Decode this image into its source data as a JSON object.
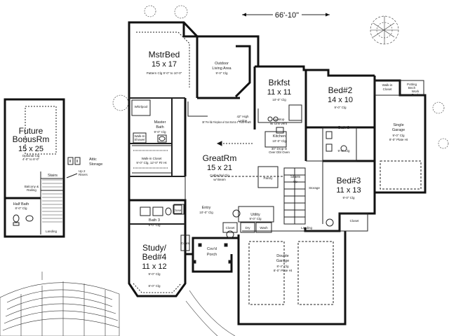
{
  "overall_width": "66'-10\"",
  "rooms": {
    "master_bed": {
      "name": "MstrBed",
      "size": "15 x 17",
      "note": "Pattern Clg 9'-0\" to 10'-0\""
    },
    "outdoor_living": {
      "name": "Outdoor",
      "name2": "Living Area",
      "note": "9'-0\" Clg"
    },
    "brkfst": {
      "name": "Brkfst",
      "size": "11 x 11",
      "note": "10'-0\" Clg"
    },
    "bed2": {
      "name": "Bed#2",
      "size": "14 x 10",
      "note": "9'-0\" Clg"
    },
    "walkin_closet_right": {
      "name": "Walk-in",
      "name2": "Closet"
    },
    "potting_bnch": {
      "name": "Potting",
      "name2": "Bnch"
    },
    "work_bnch": {
      "name": "Work",
      "name2": "Bnch"
    },
    "single_garage": {
      "name": "Single",
      "name2": "Garage",
      "note": "9'-0\" Clg",
      "note2": "8'-0\" Plate Ht"
    },
    "bath2": {
      "name": "Bath 2",
      "note": "9'-0\" Clg"
    },
    "bed3": {
      "name": "Bed#3",
      "size": "11 x 13",
      "note": "9'-0\" Clg"
    },
    "great_rm": {
      "name": "GreatRm",
      "size": "15 x 21",
      "note": "Cathedral Clg",
      "note2": "w/ Beam",
      "fire_note": "36\" Pre-fab Fireplace w/ Gas Start & 4\" Flush Hearth",
      "high_ledge": "42\" High",
      "ledge": "Ledge"
    },
    "master_bath": {
      "name": "Master",
      "name2": "Bath",
      "note": "9'-0\" Clg"
    },
    "walkin_closet_master": {
      "name": "Walk-in Closet",
      "note": "9'-0\" Clg, 12'-0\" Flr Ht"
    },
    "kitchen": {
      "name": "Kitchen",
      "note": "10'-0\" Clg",
      "note2": "30\" Drop-in",
      "note3": "Over Dbl Oven"
    },
    "cooktop": {
      "name": "Cooktop",
      "name2": "w/ Grill Vent"
    },
    "pantry": {
      "name": "Pantry"
    },
    "stairs_center": {
      "name": "Stairs",
      "name2": "Up"
    },
    "future_bonus": {
      "name": "Future",
      "name2": "BonusRm",
      "size": "15 x 25",
      "note": "Optional Clg",
      "note2": "4'-0\" to 8'-0\""
    },
    "attic_storage": {
      "name": "Attic",
      "name2": "Storage"
    },
    "stairs_bonus": {
      "name": "Stairs"
    },
    "bonus_half_bath": {
      "name": "Half Bath",
      "note": "8'-0\" Clg"
    },
    "bonus_landing": {
      "name": "Landing"
    },
    "bonus_railing": {
      "name": "Balcony &",
      "name2": "Railing"
    },
    "up_to_stairs": {
      "name": "Up 2",
      "name2": "Risers"
    },
    "entry": {
      "name": "Entry",
      "note": "10'-0\" Clg"
    },
    "utility": {
      "name": "Utility",
      "note": "9'-0\" Clg"
    },
    "closet_center": {
      "name": "Closet"
    },
    "washer_dryer": {
      "name": "Dry",
      "name2": "Wash"
    },
    "bath3": {
      "name": "Bath 3",
      "note": "9'-0\" Clg"
    },
    "study_bed4": {
      "name": "Study/",
      "name2": "Bed#4",
      "size": "11 x 12",
      "note": "9'-0\" Clg",
      "note2": "8'-0\" Clg"
    },
    "covd_porch": {
      "name": "Cov'd",
      "name2": "Porch"
    },
    "double_garage": {
      "name": "Double",
      "name2": "Garage",
      "note": "8'-4\" Clg",
      "note2": "8'-0\" Plate Ht"
    },
    "landing_center": {
      "name": "Landing"
    },
    "closet_bed3": {
      "name": "Closet"
    },
    "storage_right": {
      "name": "Storage"
    },
    "shower": {
      "name": "Walk-In",
      "name2": "Shower"
    },
    "whirlpool": {
      "name": "Whirlpool"
    },
    "closet_study": {
      "name": "Closet"
    },
    "coats": {
      "name": "Coats"
    }
  }
}
